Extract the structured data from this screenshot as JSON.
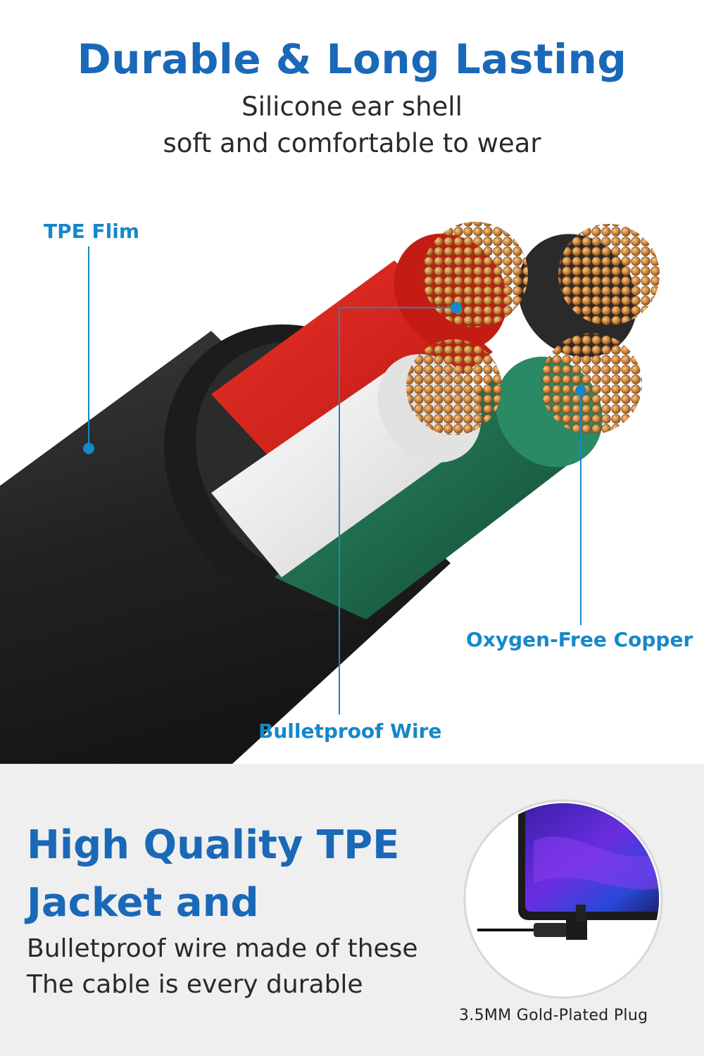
{
  "header": {
    "title": "Durable & Long Lasting",
    "subtitle_line1": "Silicone ear shell",
    "subtitle_line2": "soft and comfortable to wear"
  },
  "callouts": {
    "tpe": "TPE Flim",
    "copper": "Oxygen-Free Copper",
    "wire": "Bulletproof Wire"
  },
  "feature": {
    "title_line1": "High Quality TPE",
    "title_line2": "Jacket and",
    "text_line1": "Bulletproof wire made of these",
    "text_line2": "The cable is every durable"
  },
  "plug": {
    "caption": "3.5MM Gold-Plated Plug"
  },
  "colors": {
    "brand_blue": "#1a68b8",
    "callout_blue": "#1688c8",
    "jacket": "#2a2a2a",
    "copper": "#c9823f"
  }
}
